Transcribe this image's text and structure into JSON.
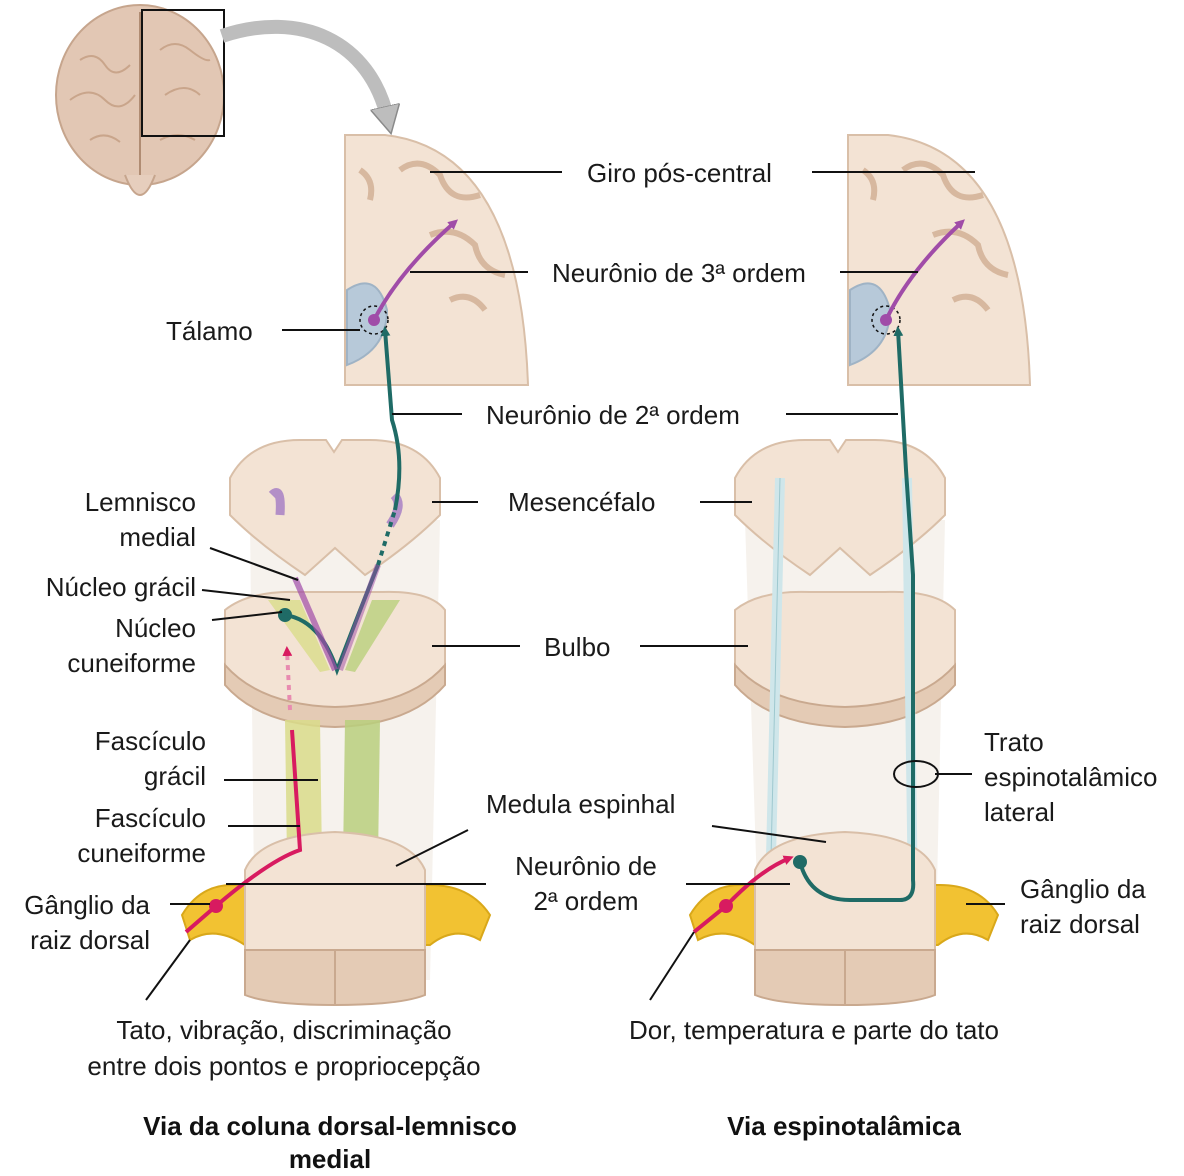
{
  "colors": {
    "neuron_1st": "#d81b60",
    "neuron_2nd": "#1f6b66",
    "neuron_3rd": "#a04ca8",
    "thalamus": "#b7c9d9",
    "ganglion": "#f2c232",
    "tract_spinothalamic": "#cfe6ea",
    "fasciculus_gracilis": "#d9dc8a",
    "fasciculus_cuneatus": "#b9cf7c",
    "tissue": "#f3e3d4"
  },
  "labels": {
    "giro": "Giro pós-central",
    "neuronio3": "Neurônio de 3ª ordem",
    "talamo": "Tálamo",
    "neuronio2_top": "Neurônio de 2ª ordem",
    "lemnisco_l1": "Lemnisco",
    "lemnisco_l2": "medial",
    "mesencefalo": "Mesencéfalo",
    "nucleo_gracil": "Núcleo grácil",
    "nucleo_cun_l1": "Núcleo",
    "nucleo_cun_l2": "cuneiforme",
    "bulbo": "Bulbo",
    "fasc_gracil_l1": "Fascículo",
    "fasc_gracil_l2": "grácil",
    "fasc_cun_l1": "Fascículo",
    "fasc_cun_l2": "cuneiforme",
    "medula": "Medula espinhal",
    "neuronio2_bot_l1": "Neurônio de",
    "neuronio2_bot_l2": "2ª ordem",
    "trato_l1": "Trato",
    "trato_l2": "espinotalâmico",
    "trato_l3": "lateral",
    "ganglio_left_l1": "Gânglio da",
    "ganglio_left_l2": "raiz dorsal",
    "ganglio_right_l1": "Gânglio da",
    "ganglio_right_l2": "raiz dorsal",
    "left_caption_l1": "Tato, vibração, discriminação",
    "left_caption_l2": "entre dois pontos e propriocepção",
    "right_caption": "Dor, temperatura e parte do tato"
  },
  "titles": {
    "left_l1": "Via da coluna dorsal-lemnisco",
    "left_l2": "medial",
    "right": "Via espinotalâmica"
  }
}
